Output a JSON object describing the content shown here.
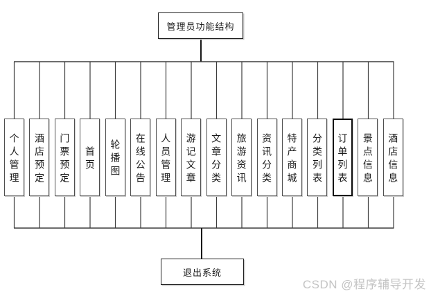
{
  "diagram": {
    "title_node": {
      "label": "管理员功能结构"
    },
    "function_nodes": [
      {
        "label": "个人管理"
      },
      {
        "label": "酒店预定"
      },
      {
        "label": "门票预定"
      },
      {
        "label": "首页"
      },
      {
        "label": "轮播图"
      },
      {
        "label": "在线公告"
      },
      {
        "label": "人员管理"
      },
      {
        "label": "游记文章"
      },
      {
        "label": "文章分类"
      },
      {
        "label": "旅游资讯"
      },
      {
        "label": "资讯分类"
      },
      {
        "label": "特产商城"
      },
      {
        "label": "分类列表"
      },
      {
        "label": "订单列表",
        "emphasized": true
      },
      {
        "label": "景点信息"
      },
      {
        "label": "酒店信息"
      }
    ],
    "exit_node": {
      "label": "退出系统"
    }
  },
  "watermark": {
    "text": "CSDN @程序辅导开发"
  },
  "colors": {
    "line": "#3d3d3d",
    "stem": "#161616",
    "box_border": "#4e4e4e",
    "emphasis_border": "#0c0c0c",
    "title_border": "#1f1f1f",
    "watermark_text": "#c4c4c4",
    "background": "#ffffff"
  }
}
